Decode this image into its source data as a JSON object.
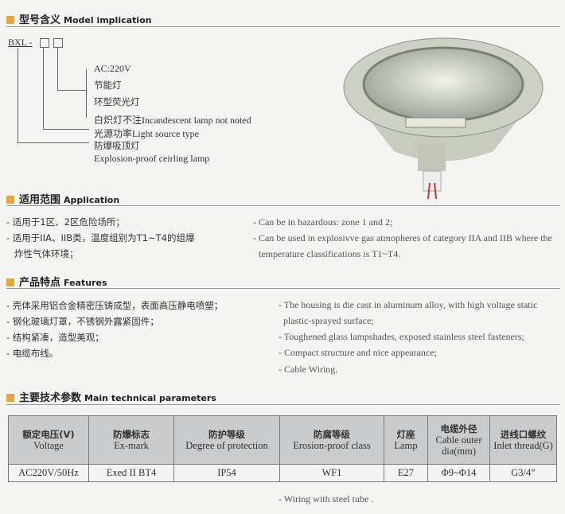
{
  "sections": {
    "model": {
      "cn": "型号含义",
      "en": "Model implication"
    },
    "application": {
      "cn": "适用范围",
      "en": "Application"
    },
    "features": {
      "cn": "产品特点",
      "en": "Features"
    },
    "params": {
      "cn": "主要技术参数",
      "en": "Main technical parameters"
    }
  },
  "model": {
    "prefix": "BXL -",
    "labels": [
      "AC:220V",
      "节能灯",
      "环型荧光灯",
      "白炽灯不注Incandescent lamp not noted",
      "光源功率Light source type",
      "防爆吸顶灯",
      "Explosion-proof ceirling lamp"
    ]
  },
  "application": {
    "cn": [
      "- 适用于1区、2区危险场所；",
      "- 适用于IIA、IIB类，温度组别为T1~T4的组爆",
      "  炸性气体环境；"
    ],
    "en": [
      "- Can be in hazardous: zone 1 and 2;",
      "- Can be used in explosivve gas atmopheres of category IIA and IIB where the",
      "  temperature classifications is T1~T4."
    ]
  },
  "features": {
    "cn": [
      "- 壳体采用铝合金精密压铸成型，表面高压静电喷塑；",
      "- 钢化玻璃灯罩，不锈钢外露紧固件；",
      "- 结构紧凑，造型美观；",
      "- 电缆布线。"
    ],
    "en": [
      "- The housing is die cast in aluminum alloy, with high voltage static",
      "  plastic-sprayed surface;",
      "- Toughened glass lampshades, exposed stainless steel fasteners;",
      "- Compact structure and nice appearance;",
      "- Cable Wiring."
    ]
  },
  "table": {
    "headers": [
      {
        "cn": "额定电压(V)",
        "en": "Voltage"
      },
      {
        "cn": "防爆标志",
        "en": "Ex-mark"
      },
      {
        "cn": "防护等级",
        "en": "Degree of protection"
      },
      {
        "cn": "防腐等级",
        "en": "Erosion-proof class"
      },
      {
        "cn": "灯座",
        "en": "Lamp"
      },
      {
        "cn": "电缆外径",
        "en": "Cable outer dia(mm)"
      },
      {
        "cn": "进线口螺纹",
        "en": "Inlet thread(G)"
      }
    ],
    "row": [
      "AC220V/50Hz",
      "Exed II BT4",
      "IP54",
      "WF1",
      "E27",
      "Φ9~Φ14",
      "G3/4”"
    ]
  },
  "footnote": "- Wiring with steel tube ."
}
